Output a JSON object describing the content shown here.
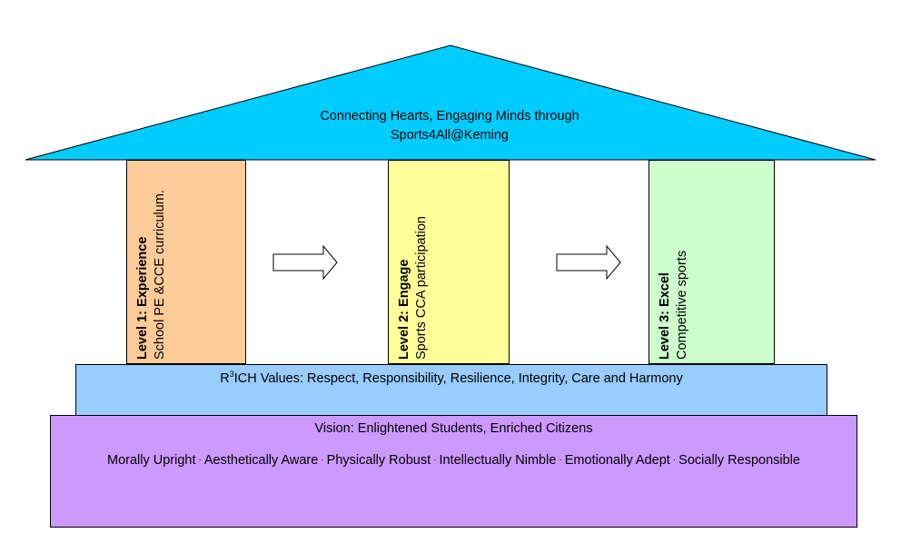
{
  "roof": {
    "line1": "Connecting Hearts, Engaging Minds through",
    "line2": "Sports4All@Keming",
    "color": "#00ccff"
  },
  "pillars": [
    {
      "level": "Level 1: Experience",
      "desc": "School PE &CCE curriculum.",
      "color": "#ffcc99"
    },
    {
      "level": "Level 2: Engage",
      "desc": "Sports CCA participation",
      "color": "#ffff99"
    },
    {
      "level": "Level 3: Excel",
      "desc": "Competitive sports",
      "color": "#ccffcc"
    }
  ],
  "values": {
    "prefix": "R",
    "superscript": "3",
    "text": "ICH Values: Respect, Responsibility, Resilience, Integrity, Care and Harmony",
    "color": "#99ccff"
  },
  "vision": {
    "title": "Vision: Enlightened Students, Enriched Citizens",
    "items": [
      "Morally Upright",
      "Aesthetically Aware",
      "Physically Robust",
      "Intellectually Nimble",
      "Emotionally Adept",
      "Socially Responsible"
    ],
    "separator": "·",
    "color": "#cc99ff"
  }
}
